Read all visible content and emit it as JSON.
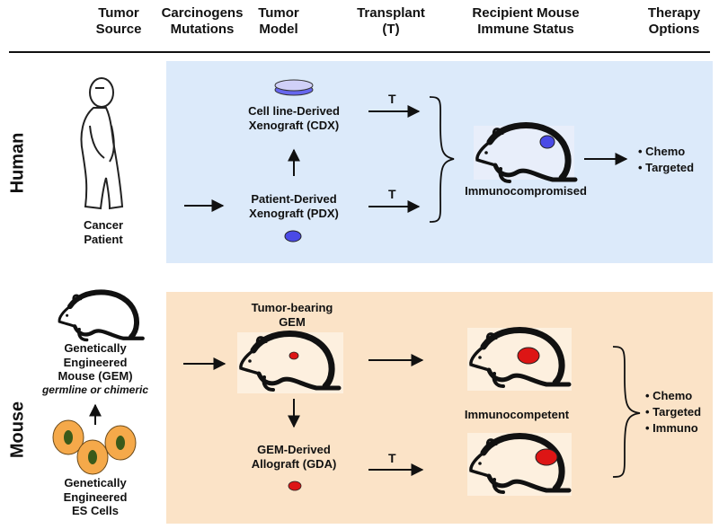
{
  "headers": [
    {
      "line1": "Tumor",
      "line2": "Source"
    },
    {
      "line1": "Carcinogens",
      "line2": "Mutations"
    },
    {
      "line1": "Tumor",
      "line2": "Model"
    },
    {
      "line1": "Transplant",
      "line2": "(T)"
    },
    {
      "line1": "Recipient Mouse",
      "line2": "Immune Status"
    },
    {
      "line1": "Therapy",
      "line2": "Options"
    }
  ],
  "rows": {
    "human": {
      "label": "Human",
      "source_line1": "Cancer",
      "source_line2": "Patient",
      "cdx_line1": "Cell line-Derived",
      "cdx_line2": "Xenograft (CDX)",
      "pdx_line1": "Patient-Derived",
      "pdx_line2": "Xenograft (PDX)",
      "transplant_label": "T",
      "immune_status": "Immunocompromised",
      "therapies": [
        "Chemo",
        "Targeted"
      ]
    },
    "mouse": {
      "label": "Mouse",
      "gem_line1": "Genetically",
      "gem_line2": "Engineered",
      "gem_line3": "Mouse (GEM)",
      "gem_note": "germline or chimeric",
      "es_line1": "Genetically",
      "es_line2": "Engineered",
      "es_line3": "ES Cells",
      "tumor_gem_line1": "Tumor-bearing",
      "tumor_gem_line2": "GEM",
      "gda_line1": "GEM-Derived",
      "gda_line2": "Allograft (GDA)",
      "transplant_label": "T",
      "immune_status": "Immunocompetent",
      "therapies": [
        "Chemo",
        "Targeted",
        "Immuno"
      ]
    }
  },
  "colors": {
    "human_panel": "#dceafa",
    "mouse_panel": "#fbe3c7",
    "human_tumor": "#4a4ae6",
    "mouse_tumor": "#dd1515",
    "es_cell": "#f5a94a",
    "es_nucleus": "#3a5a1a"
  }
}
